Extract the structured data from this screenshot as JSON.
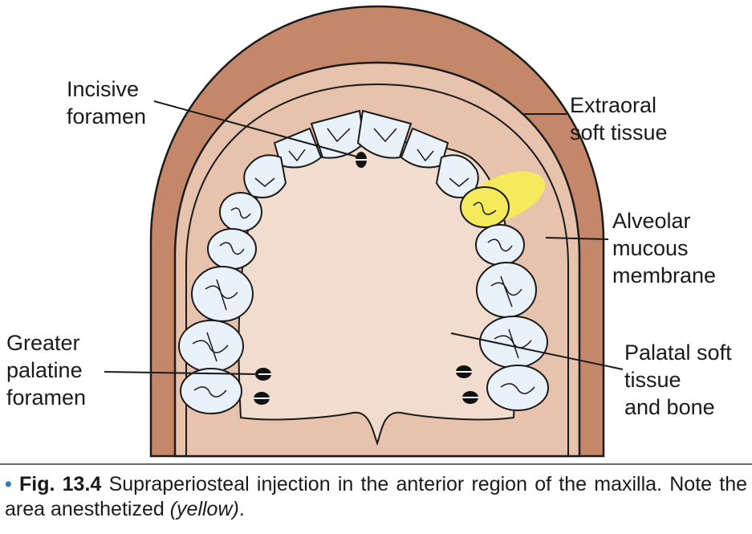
{
  "labels": {
    "incisive_foramen": "Incisive\nforamen",
    "extraoral_soft_tissue": "Extraoral\nsoft tissue",
    "alveolar_mucous_membrane": "Alveolar\nmucous\nmembrane",
    "greater_palatine_foramen": "Greater\npalatine\nforamen",
    "palatal_soft_tissue": "Palatal soft\ntissue\nand bone"
  },
  "caption": {
    "bullet": "•",
    "figure_number": "Fig. 13.4",
    "text": "Supraperiosteal injection in the anterior region of the maxilla.",
    "note": "Note the area anesthetized",
    "note_italic": "(yellow)",
    "end": "."
  },
  "colors": {
    "extraoral": "#c4876a",
    "alveolar": "#e7c3ad",
    "palate": "#f1dccd",
    "tooth_fill": "#e9f1fa",
    "highlight": "#f5ea5c",
    "outline": "#1a1a1a"
  },
  "icons": {
    "anesthetized_area": "yellow-ellipse",
    "foramen": "black-oval"
  }
}
